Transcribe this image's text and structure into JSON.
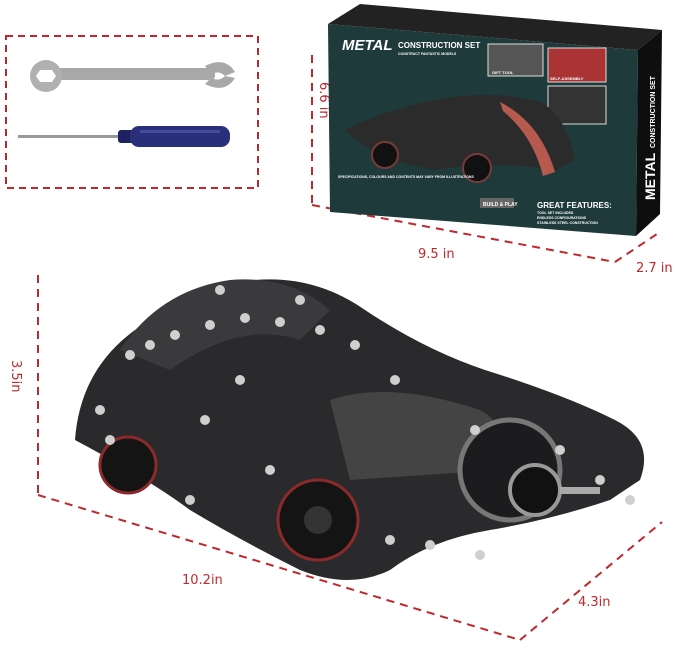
{
  "colors": {
    "dimension": "#c0282c",
    "box_front": "#1e3a3a",
    "box_side": "#111111",
    "screwdriver_handle": "#2a2f7a",
    "metal": "#9a9a9a"
  },
  "dimensions": {
    "box_height": "6.6 in",
    "box_width": "9.5 in",
    "box_depth": "2.7 in",
    "model_height": "3.5in",
    "model_length": "10.2in",
    "model_width": "4.3in"
  },
  "box": {
    "brand_big": "METAL",
    "brand_small": "CONSTRUCTION SET",
    "tagline": "CONSTRUCT FANTASTIC MODELS",
    "inset_1": "GIFT TOOL",
    "inset_2": "SELF-ASSEMBLY",
    "disclaimer": "SPECIFICATIONS, COLOURS AND CONTENTS MAY VARY FROM ILLUSTRATIONS",
    "badge": "BUILD & PLAY",
    "features_title": "GREAT FEATURES:",
    "features": [
      "TOOL SET INCLUDED",
      "ENDLESS CONFIGURATIONS",
      "STAINLESS STEEL CONSTRUCTION"
    ]
  },
  "tools": [
    "wrench",
    "screwdriver"
  ]
}
